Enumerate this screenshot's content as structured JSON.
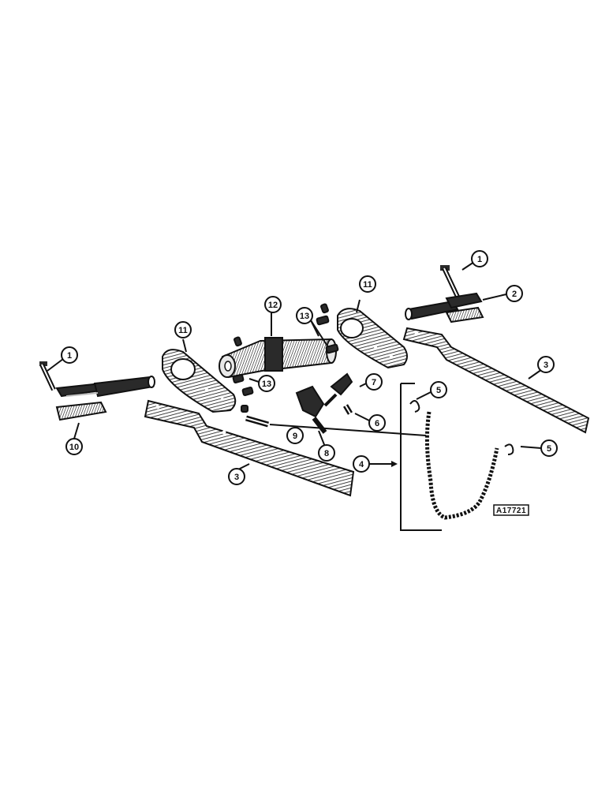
{
  "callouts": {
    "c1a": "1",
    "c1b": "1",
    "c2": "2",
    "c3a": "3",
    "c3b": "3",
    "c4": "4",
    "c5a": "5",
    "c5b": "5",
    "c6": "6",
    "c7": "7",
    "c8": "8",
    "c9": "9",
    "c10": "10",
    "c11a": "11",
    "c11b": "11",
    "c12": "12",
    "c13a": "13",
    "c13b": "13"
  },
  "stamp": "A17721"
}
